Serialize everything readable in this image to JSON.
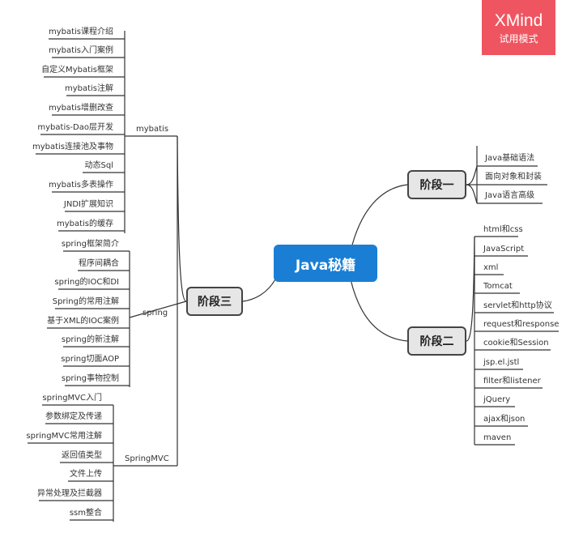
{
  "central": "Java秘籍",
  "badge": {
    "brand": "XMind",
    "subtitle": "试用模式"
  },
  "stage1": {
    "label": "阶段一",
    "items": [
      "Java基础语法",
      "面向对象和封装",
      "Java语言高级"
    ]
  },
  "stage2": {
    "label": "阶段二",
    "items": [
      "html和css",
      "JavaScript",
      "xml",
      "Tomcat",
      "servlet和http协议",
      "request和response",
      "cookie和Session",
      "jsp.el.jstl",
      "filter和listener",
      "jQuery",
      "ajax和json",
      "maven"
    ]
  },
  "stage3": {
    "label": "阶段三",
    "groups": [
      {
        "name": "mybatis",
        "items": [
          "mybatis课程介绍",
          "mybatis入门案例",
          "自定义Mybatis框架",
          "mybatis注解",
          "mybatis增删改查",
          "mybatis-Dao层开发",
          "mybatis连接池及事物",
          "动态Sql",
          "mybatis多表操作",
          "JNDI扩展知识",
          "mybatis的缓存"
        ]
      },
      {
        "name": "spring",
        "items": [
          "spring框架简介",
          "程序间耦合",
          "spring的IOC和DI",
          "Spring的常用注解",
          "基于XML的IOC案例",
          "spring的新注解",
          "spring切面AOP",
          "spring事物控制"
        ]
      },
      {
        "name": "SpringMVC",
        "items": [
          "springMVC入门",
          "参数绑定及传递",
          "springMVC常用注解",
          "返回值类型",
          "文件上传",
          "异常处理及拦截器",
          "ssm整合"
        ]
      }
    ]
  }
}
